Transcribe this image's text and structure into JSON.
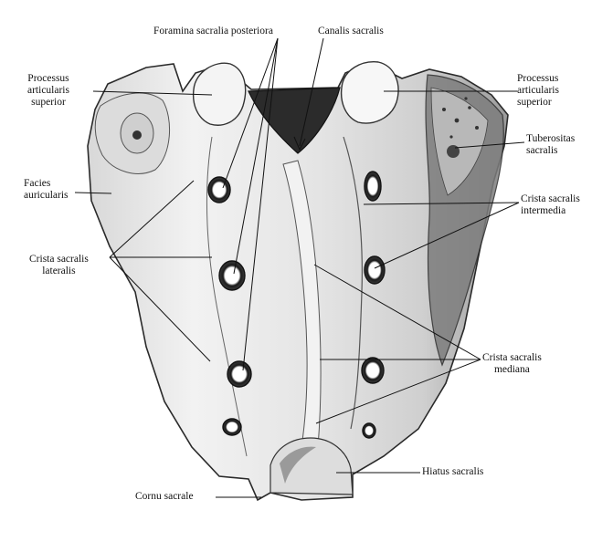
{
  "figure": {
    "labels": {
      "foramina": "Foramina sacralia posteriora",
      "canalis": "Canalis sacralis",
      "proc_left": [
        "Processus",
        "articularis",
        "superior"
      ],
      "proc_right": [
        "Processus",
        "articularis",
        "superior"
      ],
      "tuberositas": [
        "Tuberositas",
        "sacralis"
      ],
      "facies": [
        "Facies",
        "auricularis"
      ],
      "crista_intermedia": [
        "Crista sacralis",
        "intermedia"
      ],
      "crista_lateralis": [
        "Crista sacralis",
        "lateralis"
      ],
      "crista_mediana": [
        "Crista sacralis",
        "mediana"
      ],
      "hiatus": "Hiatus sacralis",
      "cornu": "Cornu sacrale"
    },
    "colors": {
      "bone": "#e9e9e9",
      "bone_light": "#f6f6f6",
      "shadow": "#8c8c8c",
      "dark": "#2a2a2a",
      "line": "#111111"
    }
  }
}
